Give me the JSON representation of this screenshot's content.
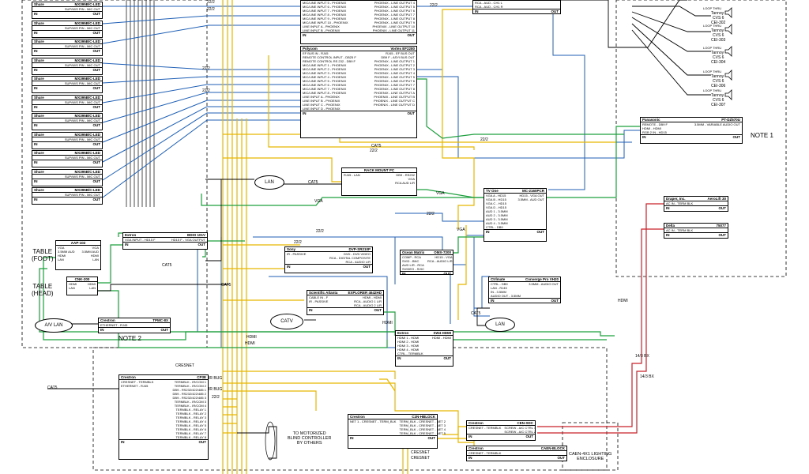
{
  "mics": [
    {
      "brand": "Shure",
      "model": "MX395B/C-LED",
      "port": "SUP/W/S PIN - MIC OUT",
      "in": "IN",
      "out": "OUT"
    },
    {
      "brand": "Shure",
      "model": "MX395B/C-LED",
      "port": "SUP/W/S PIN - MIC OUT",
      "in": "IN",
      "out": "OUT"
    },
    {
      "brand": "Shure",
      "model": "MX395B/C-LED",
      "port": "SUP/W/S PIN - MIC OUT",
      "in": "IN",
      "out": "OUT"
    },
    {
      "brand": "Shure",
      "model": "MX395B/C-LED",
      "port": "SUP/W/S PIN - MIC OUT",
      "in": "IN",
      "out": "OUT"
    },
    {
      "brand": "Shure",
      "model": "MX395B/C-LED",
      "port": "SUP/W/S PIN - MIC OUT",
      "in": "IN",
      "out": "OUT"
    },
    {
      "brand": "Shure",
      "model": "MX395B/C-LED",
      "port": "SUP/W/S PIN - MIC OUT",
      "in": "IN",
      "out": "OUT"
    },
    {
      "brand": "Shure",
      "model": "MX395B/C-LED",
      "port": "SUP/W/S PIN - MIC OUT",
      "in": "IN",
      "out": "OUT"
    },
    {
      "brand": "Shure",
      "model": "MX395B/C-LED",
      "port": "SUP/W/S PIN - MIC OUT",
      "in": "IN",
      "out": "OUT"
    },
    {
      "brand": "Shure",
      "model": "MX395B/C-LED",
      "port": "SUP/W/S PIN - MIC OUT",
      "in": "IN",
      "out": "OUT"
    },
    {
      "brand": "Shure",
      "model": "MX395B/C-LED",
      "port": "SUP/W/S PIN - MIC OUT",
      "in": "IN",
      "out": "OUT"
    },
    {
      "brand": "Shure",
      "model": "MX395B/C-LED",
      "port": "SUP/W/S PIN - MIC OUT",
      "in": "IN",
      "out": "OUT"
    }
  ],
  "polycom_top": {
    "ins": [
      "MIC/LINE INPUT 5 - PHOENIX",
      "MIC/LINE INPUT 6 - PHOENIX",
      "MIC/LINE INPUT 7 - PHOENIX",
      "MIC/LINE INPUT 8 - PHOENIX",
      "MIC/LINE INPUT 9 - PHOENIX",
      "MIC/LINE INPUT 10 - PHOENIX",
      "LINE INPUT A - PHOENIX",
      "LINE INPUT B - PHOENIX"
    ],
    "outs": [
      "PHOENIX - LINE OUTPUT 4",
      "PHOENIX - LINE OUTPUT 5",
      "PHOENIX - LINE OUTPUT 6",
      "PHOENIX - LINE OUTPUT 7",
      "PHOENIX - LINE OUTPUT 8",
      "PHOENIX - LINE OUTPUT 9",
      "PHOENIX - LINE OUTPUT 10",
      "PHOENIX - LINE OUTPUT 11"
    ],
    "in": "IN",
    "out": "OUT"
  },
  "polycom": {
    "brand": "Polycom",
    "model": "Vortex EF2280",
    "ins": [
      "EF BUS IN - RJ45",
      "REMOTE CONTROL INPUT - DB25 F",
      "REMOTE CONTROL RS 232 - DB9 F",
      "MIC/LINE INPUT 1 - PHOENIX",
      "MIC/LINE INPUT 2 - PHOENIX",
      "MIC/LINE INPUT 3 - PHOENIX",
      "MIC/LINE INPUT 4 - PHOENIX",
      "MIC/LINE INPUT 5 - PHOENIX",
      "MIC/LINE INPUT 6 - PHOENIX",
      "MIC/LINE INPUT 7 - PHOENIX",
      "MIC/LINE INPUT 8 - PHOENIX",
      "LINE INPUT A - PHOENIX",
      "LINE INPUT B - PHOENIX",
      "LINE INPUT C - PHOENIX",
      "LINE INPUT D - PHOENIX"
    ],
    "outs": [
      "RJ45 - EF BUS OUT",
      "DB9 F - ASYI BUS OUT",
      "PHOENIX - LINE OUTPUT 1",
      "PHOENIX - LINE OUTPUT 2",
      "PHOENIX - LINE OUTPUT 3",
      "PHOENIX - LINE OUTPUT 4",
      "PHOENIX - LINE OUTPUT 5",
      "PHOENIX - LINE OUTPUT 6",
      "PHOENIX - LINE OUTPUT 7",
      "PHOENIX - LINE OUTPUT 8",
      "PHOENIX - LINE OUTPUT A",
      "PHOENIX - LINE OUTPUT B",
      "PHOENIX - LINE OUTPUT C",
      "PHOENIX - LINE OUTPUT D"
    ],
    "in": "IN",
    "out": "OUT"
  },
  "amp_top": {
    "rows": [
      "RCA - AUD - CH1 L",
      "RCA - AUD - CH1 R"
    ],
    "in": "IN",
    "out": "OUT"
  },
  "speakers": [
    {
      "loop": "LOOP THRU",
      "brand": "Tannoy",
      "model": "CVS 6",
      "id": "CEI-302"
    },
    {
      "loop": "LOOP THRU",
      "brand": "Tannoy",
      "model": "CVS 6",
      "id": "CEI-303"
    },
    {
      "loop": "LOOP THRU",
      "brand": "Tannoy",
      "model": "CVS 6",
      "id": "CEI-304"
    },
    {
      "loop": "LOOP THRU",
      "brand": "Tannoy",
      "model": "CVS 6",
      "id": "CEI-306"
    },
    {
      "loop": "LOOP THRU",
      "brand": "Tannoy",
      "model": "CVS 6",
      "id": "CEI-307"
    }
  ],
  "projector": {
    "brand": "Panasonic",
    "model": "PT-DZ570U",
    "ins": [
      "REMOTE - DB9 F",
      "HDMI - HDMI",
      "RGB 2 IN - HD15"
    ],
    "outs": [
      "3.5MM - VARIABLE AUDIO OUT"
    ],
    "in": "IN",
    "out": "OUT"
  },
  "note1": "NOTE 1",
  "note2": "NOTE 2",
  "pc": {
    "title": "RACK MOUNT PC",
    "ins": [
      "RJ45 - LAN"
    ],
    "outs": [
      "DB9 - RS232",
      "VGA",
      "RCA AUD L/R"
    ],
    "in": "IN",
    "out": "OUT"
  },
  "tvone": {
    "brand": "TV One",
    "model": "MC-2160PCR",
    "ins": [
      "VGA A - HD15",
      "VGA B - HD15",
      "VGA C - HD15",
      "VGA D - HD15",
      "AUD 1 - 3.5MM",
      "AUD 2 - 3.5MM",
      "AUD 3 - 3.5MM",
      "AUD 4 - 3.5MM",
      "CTRL - DB9"
    ],
    "outs": [
      "HD15 - VGA OUT",
      "3.5MM - AUD OUT"
    ],
    "in": "IN",
    "out": "OUT"
  },
  "draper": {
    "brand": "Draper, Inc.",
    "model": "AeroLift 30",
    "ins": [
      "AC IN - TERM BLK"
    ],
    "in": "IN",
    "out": "OUT"
  },
  "delta": {
    "brand": "Delta",
    "model": "75077",
    "ins": [
      "AC IN - TERM BLK"
    ],
    "in": "IN",
    "out": "OUT"
  },
  "aap": {
    "title": "AAP-102",
    "ins": [
      "VGA",
      "3.5MM AUD",
      "HDMI",
      "LAN"
    ],
    "outs": [
      "VGA",
      "3.5MM AUD",
      "HDMI",
      "LAN"
    ]
  },
  "extron_vga": {
    "brand": "Extron",
    "model": "BDIO 101V",
    "ins": [
      "VGA INPUT - HD15 F"
    ],
    "outs": [
      "HD15 F - VGA OUTPUT"
    ],
    "in": "IN",
    "out": "OUT"
  },
  "cnk": {
    "title": "CNK-200",
    "rows": [
      "HDMI",
      "LAN"
    ],
    "outs": [
      "HDMI",
      "LAN"
    ]
  },
  "table_foot": "TABLE\n(FOOT)",
  "table_head": "TABLE\n(HEAD)",
  "sony": {
    "brand": "Sony",
    "model": "DVP-SR210P",
    "ins": [
      "IR - PASSIVE"
    ],
    "outs": [
      "DVD - DVD VIDEO",
      "RCA - DIGITAL COMPOSITE",
      "RCA - AUDIO L/R"
    ],
    "in": "IN",
    "out": "OUT"
  },
  "ocean": {
    "brand": "Ocean Matrix",
    "model": "OMX-7200",
    "ins": [
      "COMP - RCA",
      "SVID - BNC",
      "AUD L/R - RCA",
      "SVIDEO - SVIC"
    ],
    "outs": [
      "HD15 - VGA",
      "RCA - AUDIO L/R"
    ],
    "in": "IN",
    "out": "OUT"
  },
  "scientific": {
    "brand": "Scientific Atlanta",
    "model": "EXPLORER 4642HD",
    "ins": [
      "CABLE IN - F",
      "IR - PASSIVE"
    ],
    "outs": [
      "HDMI - HDMI",
      "RCA - AUDIO 1 L/R",
      "RCA - AUDIO 2 L/R"
    ],
    "in": "IN",
    "out": "OUT"
  },
  "cbl": {
    "brand": "Ctrlmate",
    "model": "Converge Pro VH20",
    "ins": [
      "CTRL - DB9",
      "LAN - RJ45",
      "IN - 3.5MM",
      "AUDIO OUT - 3.5MM"
    ],
    "outs": [
      "3.5MM - AUDIO OUT"
    ],
    "in": "IN",
    "out": "OUT"
  },
  "crestron_tp": {
    "brand": "Crestron",
    "model": "TPMC-8X",
    "ins": [
      "ETHERNET - RJ45"
    ],
    "in": "IN",
    "out": "OUT"
  },
  "extron_sw": {
    "brand": "Extron",
    "model": "SW4 HDMI",
    "ins": [
      "HDMI 1 - HDMI",
      "HDMI 2 - HDMI",
      "HDMI 3 - HDMI",
      "HDMI 4 - HDMI",
      "CTRL - TERMBLK"
    ],
    "outs": [
      "HDMI - HDMI"
    ],
    "in": "IN",
    "out": "OUT"
  },
  "cp3": {
    "brand": "Crestron",
    "model": "CP3E",
    "ins": [
      "CRESNET - TERMBLK",
      "ETHERNET - RJ45"
    ],
    "outs": [
      "TERMBLK - IR/COM 1",
      "TERMBLK - IR/COM 2",
      "DB9 - RS232/422/485 1",
      "DB9 - RS232/422/485 2",
      "DB9 - RS232/422/485 3",
      "TERMBLK - IR/COM 3",
      "TERMBLK - IR/COM 4",
      "TERMBLK - RELAY 1",
      "TERMBLK - RELAY 2",
      "TERMBLK - RELAY 3",
      "TERMBLK - RELAY 4",
      "TERMBLK - RELAY 5",
      "TERMBLK - RELAY 6",
      "TERMBLK - RELAY 7",
      "TERMBLK - RELAY 8"
    ],
    "in": "IN",
    "out": "OUT"
  },
  "c2n": {
    "brand": "Crestron",
    "model": "C2N-HBLOCK",
    "ins": [
      "NET 1 - CRESNET - TERM_BLK"
    ],
    "outs": [
      "TERM_BLK - CRESNET - NET 2",
      "TERM_BLK - CRESNET - NET 3",
      "TERM_BLK - CRESNET - NET 4",
      "TERM_BLK - CRESNET - NET 5"
    ],
    "in": "IN",
    "out": "OUT"
  },
  "cen_sdc": {
    "brand": "Crestron",
    "model": "CEN-SDC",
    "ins": [
      "CRESNET - TERMBLK"
    ],
    "outs": [
      "SCREW - A/C CTRL 1",
      "SCREW - A/C CTRL 2"
    ],
    "in": "IN",
    "out": "OUT"
  },
  "caen": {
    "brand": "Crestron",
    "model": "CAEN-BLOCK",
    "ins": [
      "CRESNET - TERMBLK"
    ],
    "in": "IN",
    "out": "OUT"
  },
  "labels": {
    "lan1": "LAN",
    "lan2": "LAN",
    "catv": "CATV",
    "avlan": "A/V LAN",
    "cat5_a": "CAT5",
    "cat5_b": "CAT5",
    "cat5_c": "CAT5",
    "cat5_d": "CAT5",
    "cat5_e": "CAT5",
    "cat5_f": "CAT5",
    "cat5_g": "CAT5",
    "vga_a": "VGA",
    "vga_b": "VGA",
    "vga_c": "VGA",
    "hdmi_a": "HDMI",
    "hdmi_b": "HDMI",
    "hdmi_c": "HDMI",
    "hdmi_d": "HDMI",
    "c22_a": "22/2",
    "c22_b": "22/2",
    "c22_c": "22/2",
    "c22_d": "22/2",
    "c22_e": "22/2",
    "c22_f": "22/2",
    "c22_g": "22/2",
    "c22_h": "22/2",
    "c22_i": "22/2",
    "c22_j": "22/2",
    "c22_k": "22/2",
    "cresnet_a": "CRESNET",
    "cresnet_b": "CRESNET",
    "cresnet_c": "CRESNET",
    "irbug_a": "IR BUG",
    "irbug_b": "IR BUG",
    "bx_a": "14/3 BX",
    "bx_b": "14/3 BX",
    "blind": "TO MOTORIZED\nBLIND CONTROLLER\nBY OTHERS",
    "caen_enc": "CAEN-4X1 LIGHTING\nENCLOSURE"
  }
}
